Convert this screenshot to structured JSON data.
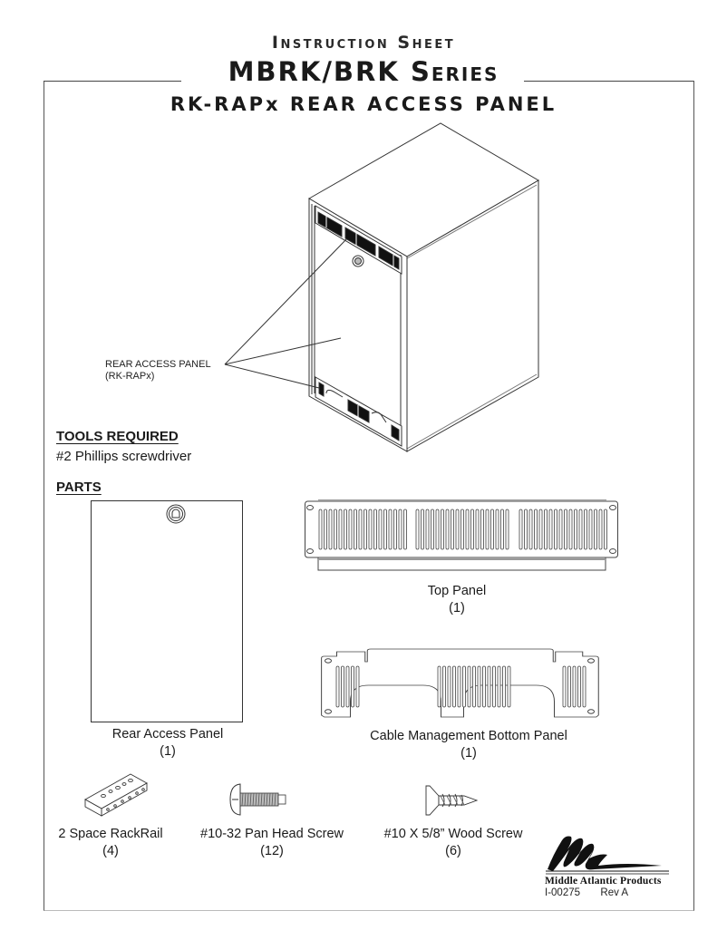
{
  "header": {
    "line1": "Instruction Sheet",
    "line2": "MBRK/BRK Series",
    "line3": "RK-RAPx REAR ACCESS PANEL"
  },
  "illustration": {
    "callout_line1": "REAR ACCESS PANEL",
    "callout_line2": "(RK-RAPx)"
  },
  "tools": {
    "heading": "TOOLS REQUIRED",
    "items": [
      "#2 Phillips screwdriver"
    ]
  },
  "parts": {
    "heading": "PARTS",
    "items": [
      {
        "name": "Rear Access Panel",
        "qty": "(1)",
        "icon": "rear-access-panel-drawing"
      },
      {
        "name": "Top Panel",
        "qty": "(1)",
        "icon": "vented-top-panel-drawing"
      },
      {
        "name": "Cable Management Bottom Panel",
        "qty": "(1)",
        "icon": "cable-management-panel-drawing"
      },
      {
        "name": "2 Space RackRail",
        "qty": "(4)",
        "icon": "rackrail-drawing"
      },
      {
        "name": "#10-32 Pan Head Screw",
        "qty": "(12)",
        "icon": "pan-head-screw-drawing"
      },
      {
        "name": "#10 X 5/8” Wood Screw",
        "qty": "(6)",
        "icon": "wood-screw-drawing"
      }
    ]
  },
  "footer": {
    "company": "Middle Atlantic Products",
    "doc_number": "I-00275",
    "revision": "Rev A"
  }
}
